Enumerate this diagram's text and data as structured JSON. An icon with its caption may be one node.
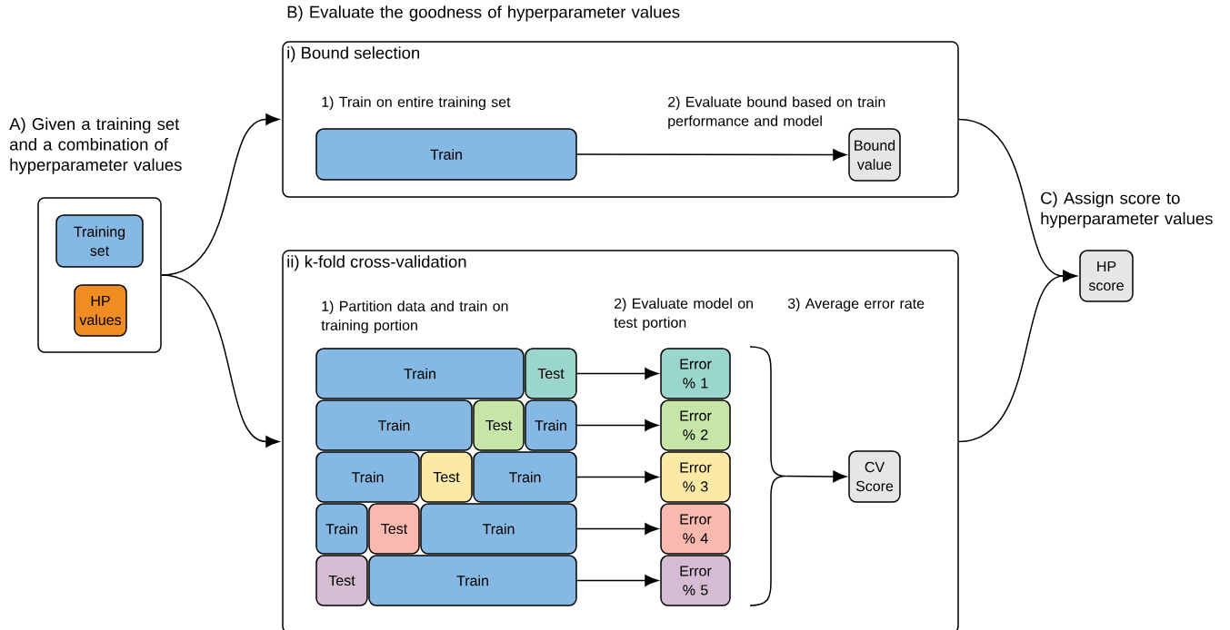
{
  "diagram": {
    "nodes": [
      {
        "text": [
          "A) Given a training set and a combination of hyperparameter values"
        ]
      },
      {
        "text": [
          "Training set"
        ],
        "in": 0
      },
      {
        "text": [
          "HP values"
        ],
        "in": 0
      },
      {
        "text": [
          "i) Bound selection"
        ]
      },
      {
        "text": [
          "Train"
        ],
        "in": 3
      },
      {
        "text": [
          "Bound value"
        ],
        "in": 3
      },
      {
        "text": [
          "ii) k-fold cross-validation"
        ]
      },
      {
        "text": [
          "Train"
        ],
        "in": 6
      },
      {
        "text": [
          "Test"
        ],
        "in": 6
      },
      {
        "text": [
          "Train"
        ],
        "in": 6
      },
      {
        "text": [
          "Test"
        ],
        "in": 6
      },
      {
        "text": [
          "Train"
        ],
        "in": 6
      },
      {
        "text": [
          "Train"
        ],
        "in": 6
      },
      {
        "text": [
          "Test"
        ],
        "in": 6
      },
      {
        "text": [
          "Train"
        ],
        "in": 6
      },
      {
        "text": [
          "Train"
        ],
        "in": 6
      },
      {
        "text": [
          "Test"
        ],
        "in": 6
      },
      {
        "text": [
          "Train"
        ],
        "in": 6
      },
      {
        "text": [
          "Test"
        ],
        "in": 6
      },
      {
        "text": [
          "Train"
        ],
        "in": 6
      },
      {
        "text": [
          "Error % 1"
        ],
        "in": 6
      },
      {
        "text": [
          "Error % 2"
        ],
        "in": 6
      },
      {
        "text": [
          "Error % 3"
        ],
        "in": 6
      },
      {
        "text": [
          "Error % 4"
        ],
        "in": 6
      },
      {
        "text": [
          "Error % 5"
        ],
        "in": 6
      },
      {
        "text": [],
        "shape": "brace",
        "in": 6
      },
      {
        "text": [
          "CV Score"
        ],
        "in": 6
      },
      {
        "text": [
          "HP score"
        ]
      }
    ],
    "edges": [
      {
        "from": 0,
        "to": 3,
        "arrow": "to"
      },
      {
        "from": 0,
        "to": 6,
        "arrow": "to"
      },
      {
        "from": 4,
        "to": 5,
        "arrow": "to"
      },
      {
        "from": 8,
        "to": 20,
        "arrow": "to"
      },
      {
        "from": 11,
        "to": 21,
        "arrow": "to"
      },
      {
        "from": 14,
        "to": 22,
        "arrow": "to"
      },
      {
        "from": 17,
        "to": 23,
        "arrow": "to"
      },
      {
        "from": 19,
        "to": 24,
        "arrow": "to"
      },
      {
        "from": 25,
        "to": 26,
        "arrow": "to"
      },
      {
        "from": 3,
        "to": 27,
        "arrow": "to"
      },
      {
        "from": 6,
        "to": 27,
        "arrow": "to"
      }
    ],
    "labels": [
      "B) Evaluate the goodness of hyperparameter values",
      "1) Train on entire training set",
      "2) Evaluate bound based on train performance and model",
      "C) Assign score to hyperparameter values",
      "1) Partition data and train on training portion",
      "2) Evaluate model on test portion",
      "3) Average error rate"
    ]
  }
}
